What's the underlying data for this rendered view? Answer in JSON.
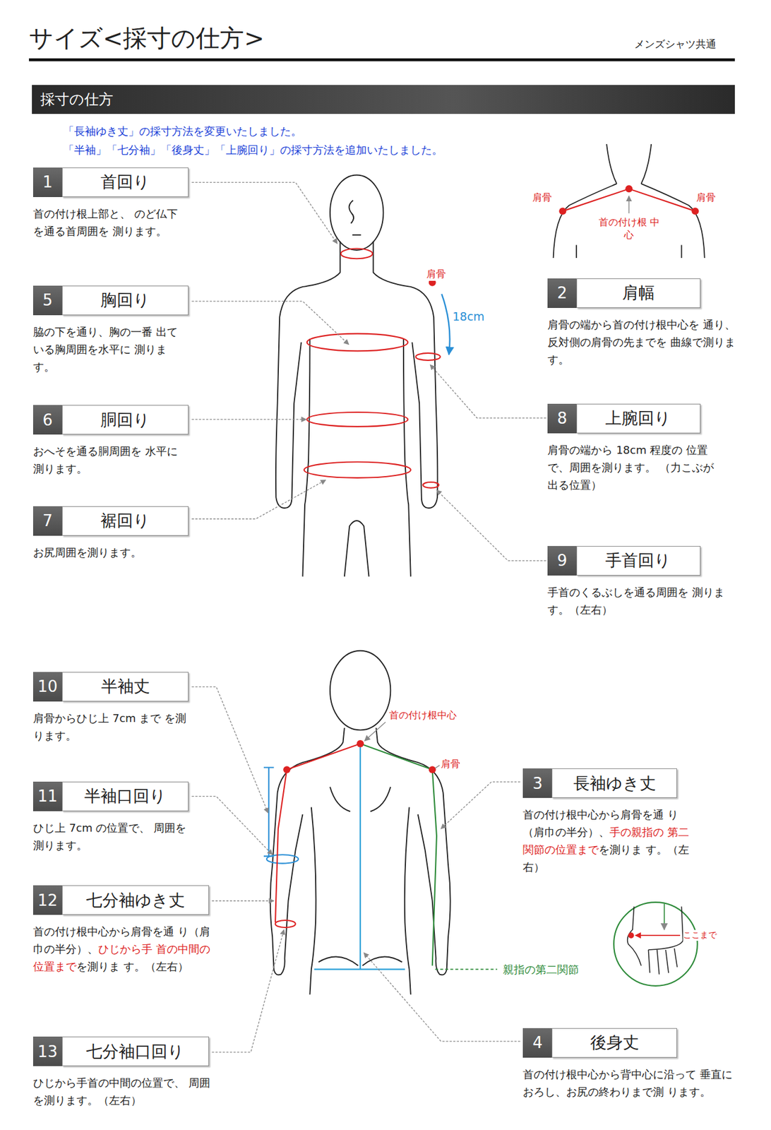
{
  "diagram": {
    "title": "サイズ<採寸の仕方>",
    "nodes": [
      {
        "text": [
          "採寸の仕方"
        ]
      },
      {
        "text": [
          "1",
          "首回り",
          "首の付け根上部と、 のど仏下を通る首周囲を 測ります。"
        ]
      },
      {
        "text": [
          "5",
          "胸回り",
          "脇の下を通り、胸の一番 出ている胸周囲を水平に 測ります。"
        ]
      },
      {
        "text": [
          "6",
          "胴回り",
          "おへそを通る胴周囲を 水平に測ります。"
        ]
      },
      {
        "text": [
          "7",
          "裾回り",
          "お尻周囲を測ります。"
        ]
      },
      {
        "text": [
          "2",
          "肩幅",
          "肩骨の端から首の付け根中心を 通り、反対側の肩骨の先までを 曲線で測ります。"
        ]
      },
      {
        "text": [
          "8",
          "上腕回り",
          "肩骨の端から 18cm 程度の 位置で、周囲を測ります。 （力こぶが出る位置）"
        ]
      },
      {
        "text": [
          "9",
          "手首回り",
          "手首のくるぶしを通る周囲を 測ります。（左右）"
        ]
      },
      {
        "text": [
          "10",
          "半袖丈",
          "肩骨からひじ上 7cm まで を測ります。"
        ]
      },
      {
        "text": [
          "3",
          "長袖ゆき丈",
          "首の付け根中心から肩骨を通 り（肩巾の半分）、",
          "手の親指の 第二関節の位置まで",
          "を測りま す。（左右）"
        ]
      },
      {
        "text": [
          "11",
          "半袖口回り",
          "ひじ上 7cm の位置で、 周囲を測ります。"
        ]
      },
      {
        "text": [
          "12",
          "七分袖ゆき丈",
          "首の付け根中心から肩骨を通 り（肩巾の半分）、",
          "ひじから手 首の中間の位置まで",
          "を測りま す。（左右）"
        ]
      },
      {
        "text": [
          "13",
          "七分袖口回り",
          "ひじから手首の中間の位置で、 周囲を測ります。（左右）"
        ]
      },
      {
        "text": [
          "4",
          "後身丈",
          "首の付け根中心から背中心に沿って 垂直におろし、お尻の終わりまで測 ります。"
        ]
      }
    ],
    "labels": [
      "メンズシャツ共通",
      "「長袖ゆき丈」の採寸方法を変更いたしました。",
      "「半袖」「七分袖」「後身丈」「上腕回り」の採寸方法を追加いたしました。",
      "肩骨",
      "肩骨",
      "首の付け根 中心",
      "肩骨",
      "18cm",
      "首の付け根中心",
      "肩骨",
      "親指の第二関節",
      "ここまで"
    ]
  }
}
